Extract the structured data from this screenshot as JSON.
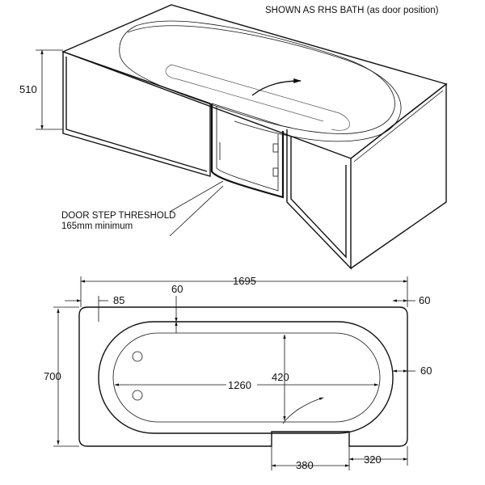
{
  "header_note": "SHOWN AS RHS BATH (as door position)",
  "threshold_note": {
    "line1": "DOOR STEP THRESHOLD",
    "line2": "165mm minimum"
  },
  "dimensions": {
    "height": "510",
    "length": "1695",
    "width": "700",
    "end_left": "85",
    "rim_top": "60",
    "rim_right": "60",
    "rim_side": "60",
    "inner_length": "1260",
    "inner_width": "420",
    "door_opening": "380",
    "door_end": "320"
  }
}
